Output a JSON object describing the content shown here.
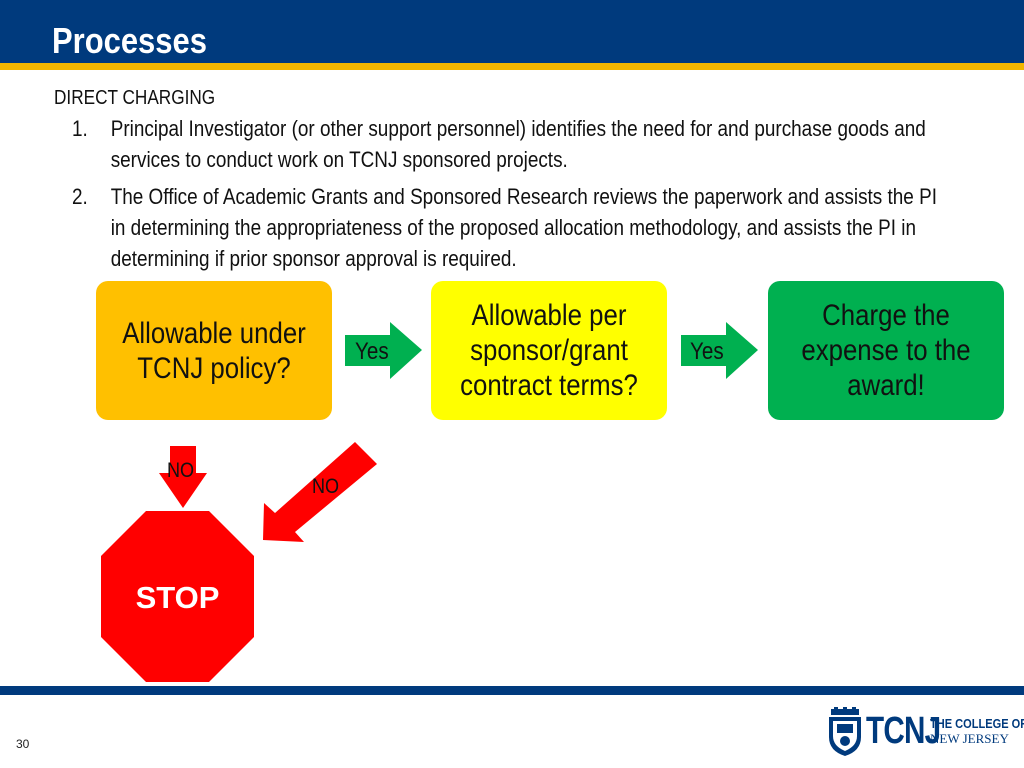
{
  "header": {
    "title": "Processes",
    "background_color": "#003a7d",
    "accent_color": "#f2b600"
  },
  "content": {
    "subtitle": "DIRECT CHARGING",
    "steps": [
      {
        "number": "1.",
        "text": "Principal Investigator (or other support personnel) identifies the need for and purchase goods and services to conduct work on TCNJ sponsored projects."
      },
      {
        "number": "2.",
        "text": "The Office of Academic Grants and Sponsored Research reviews the paperwork and assists the PI in determining the appropriateness of the proposed allocation methodology, and assists the PI in determining if prior sponsor approval is required."
      }
    ]
  },
  "flowchart": {
    "nodes": [
      {
        "id": "tcnj-policy",
        "label": "Allowable under TCNJ policy?",
        "color": "#ffc000"
      },
      {
        "id": "sponsor-terms",
        "label": "Allowable per sponsor/grant contract terms?",
        "color": "#ffff00"
      },
      {
        "id": "charge",
        "label": "Charge the expense to the award!",
        "color": "#00b050"
      },
      {
        "id": "stop",
        "label": "STOP",
        "color": "#ff0000"
      }
    ],
    "edges": [
      {
        "from": "tcnj-policy",
        "to": "sponsor-terms",
        "label": "Yes"
      },
      {
        "from": "sponsor-terms",
        "to": "charge",
        "label": "Yes"
      },
      {
        "from": "tcnj-policy",
        "to": "stop",
        "label": "NO"
      },
      {
        "from": "sponsor-terms",
        "to": "stop",
        "label": "NO"
      }
    ]
  },
  "footer": {
    "page_number": "30",
    "logo_text": "TCNJ",
    "logo_line1": "THE COLLEGE OF",
    "logo_line2": "NEW JERSEY",
    "logo_icon": "tcnj-seal-icon"
  }
}
